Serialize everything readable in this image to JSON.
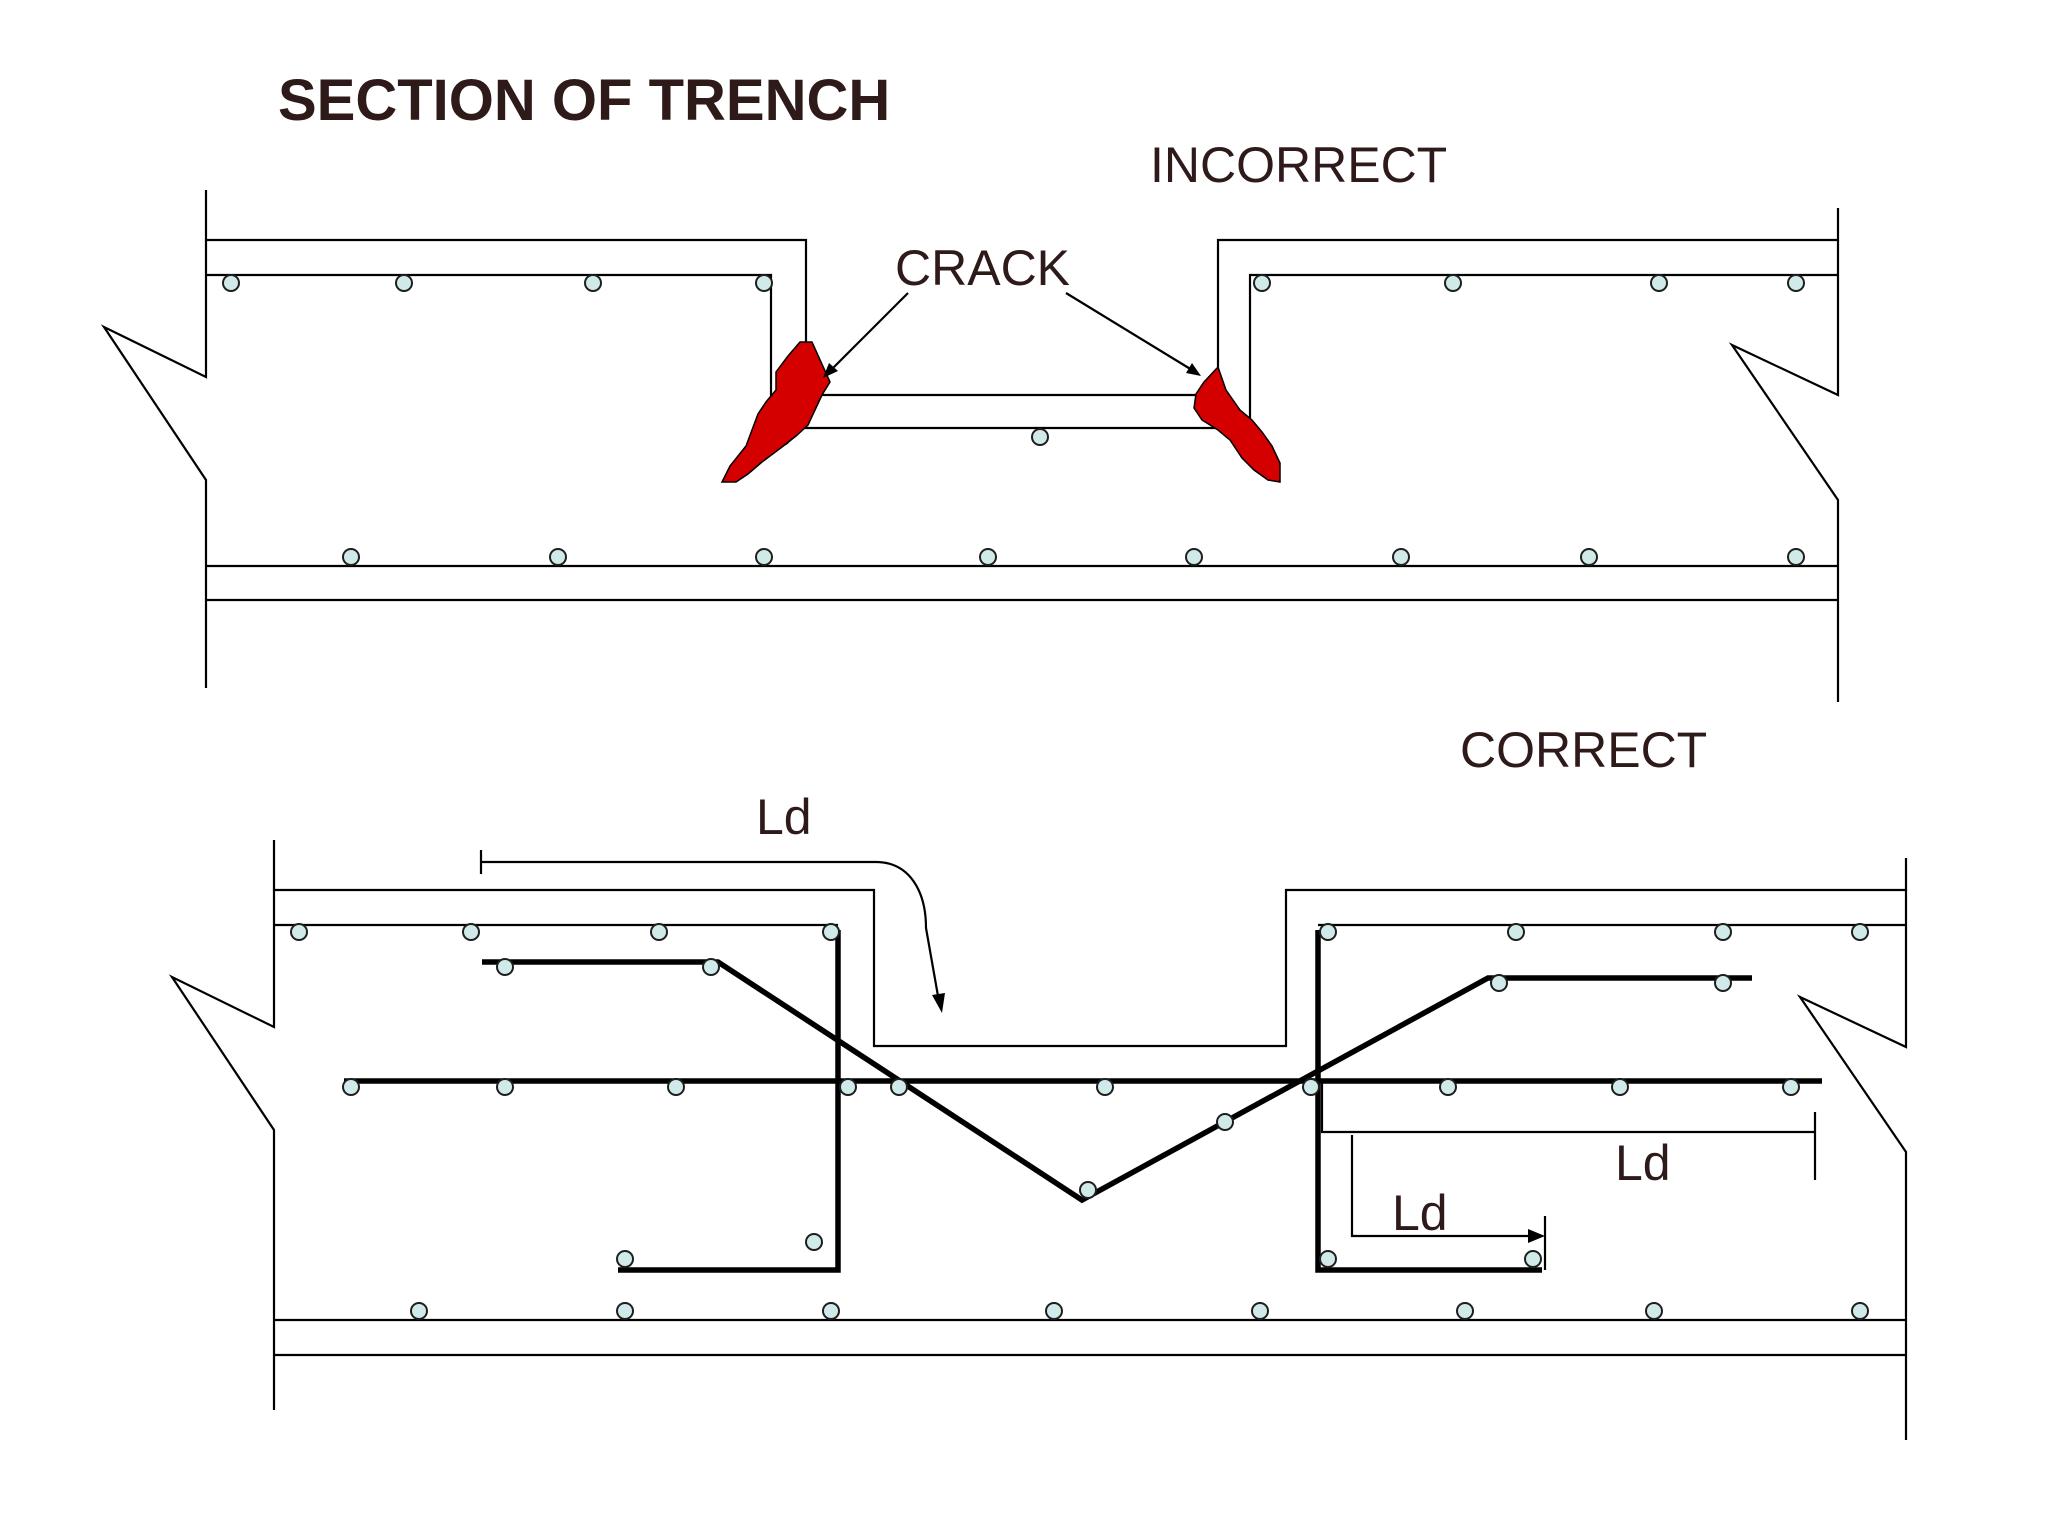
{
  "title": "SECTION OF TRENCH",
  "incorrect": {
    "label": "INCORRECT",
    "crack_label": "CRACK"
  },
  "correct": {
    "label": "CORRECT",
    "ld_top": "Ld",
    "ld_right_long": "Ld",
    "ld_right_short": "Ld"
  },
  "colors": {
    "crack": "#d40000",
    "rebar_fill": "#cfeae8",
    "text": "#2f1a1a"
  }
}
